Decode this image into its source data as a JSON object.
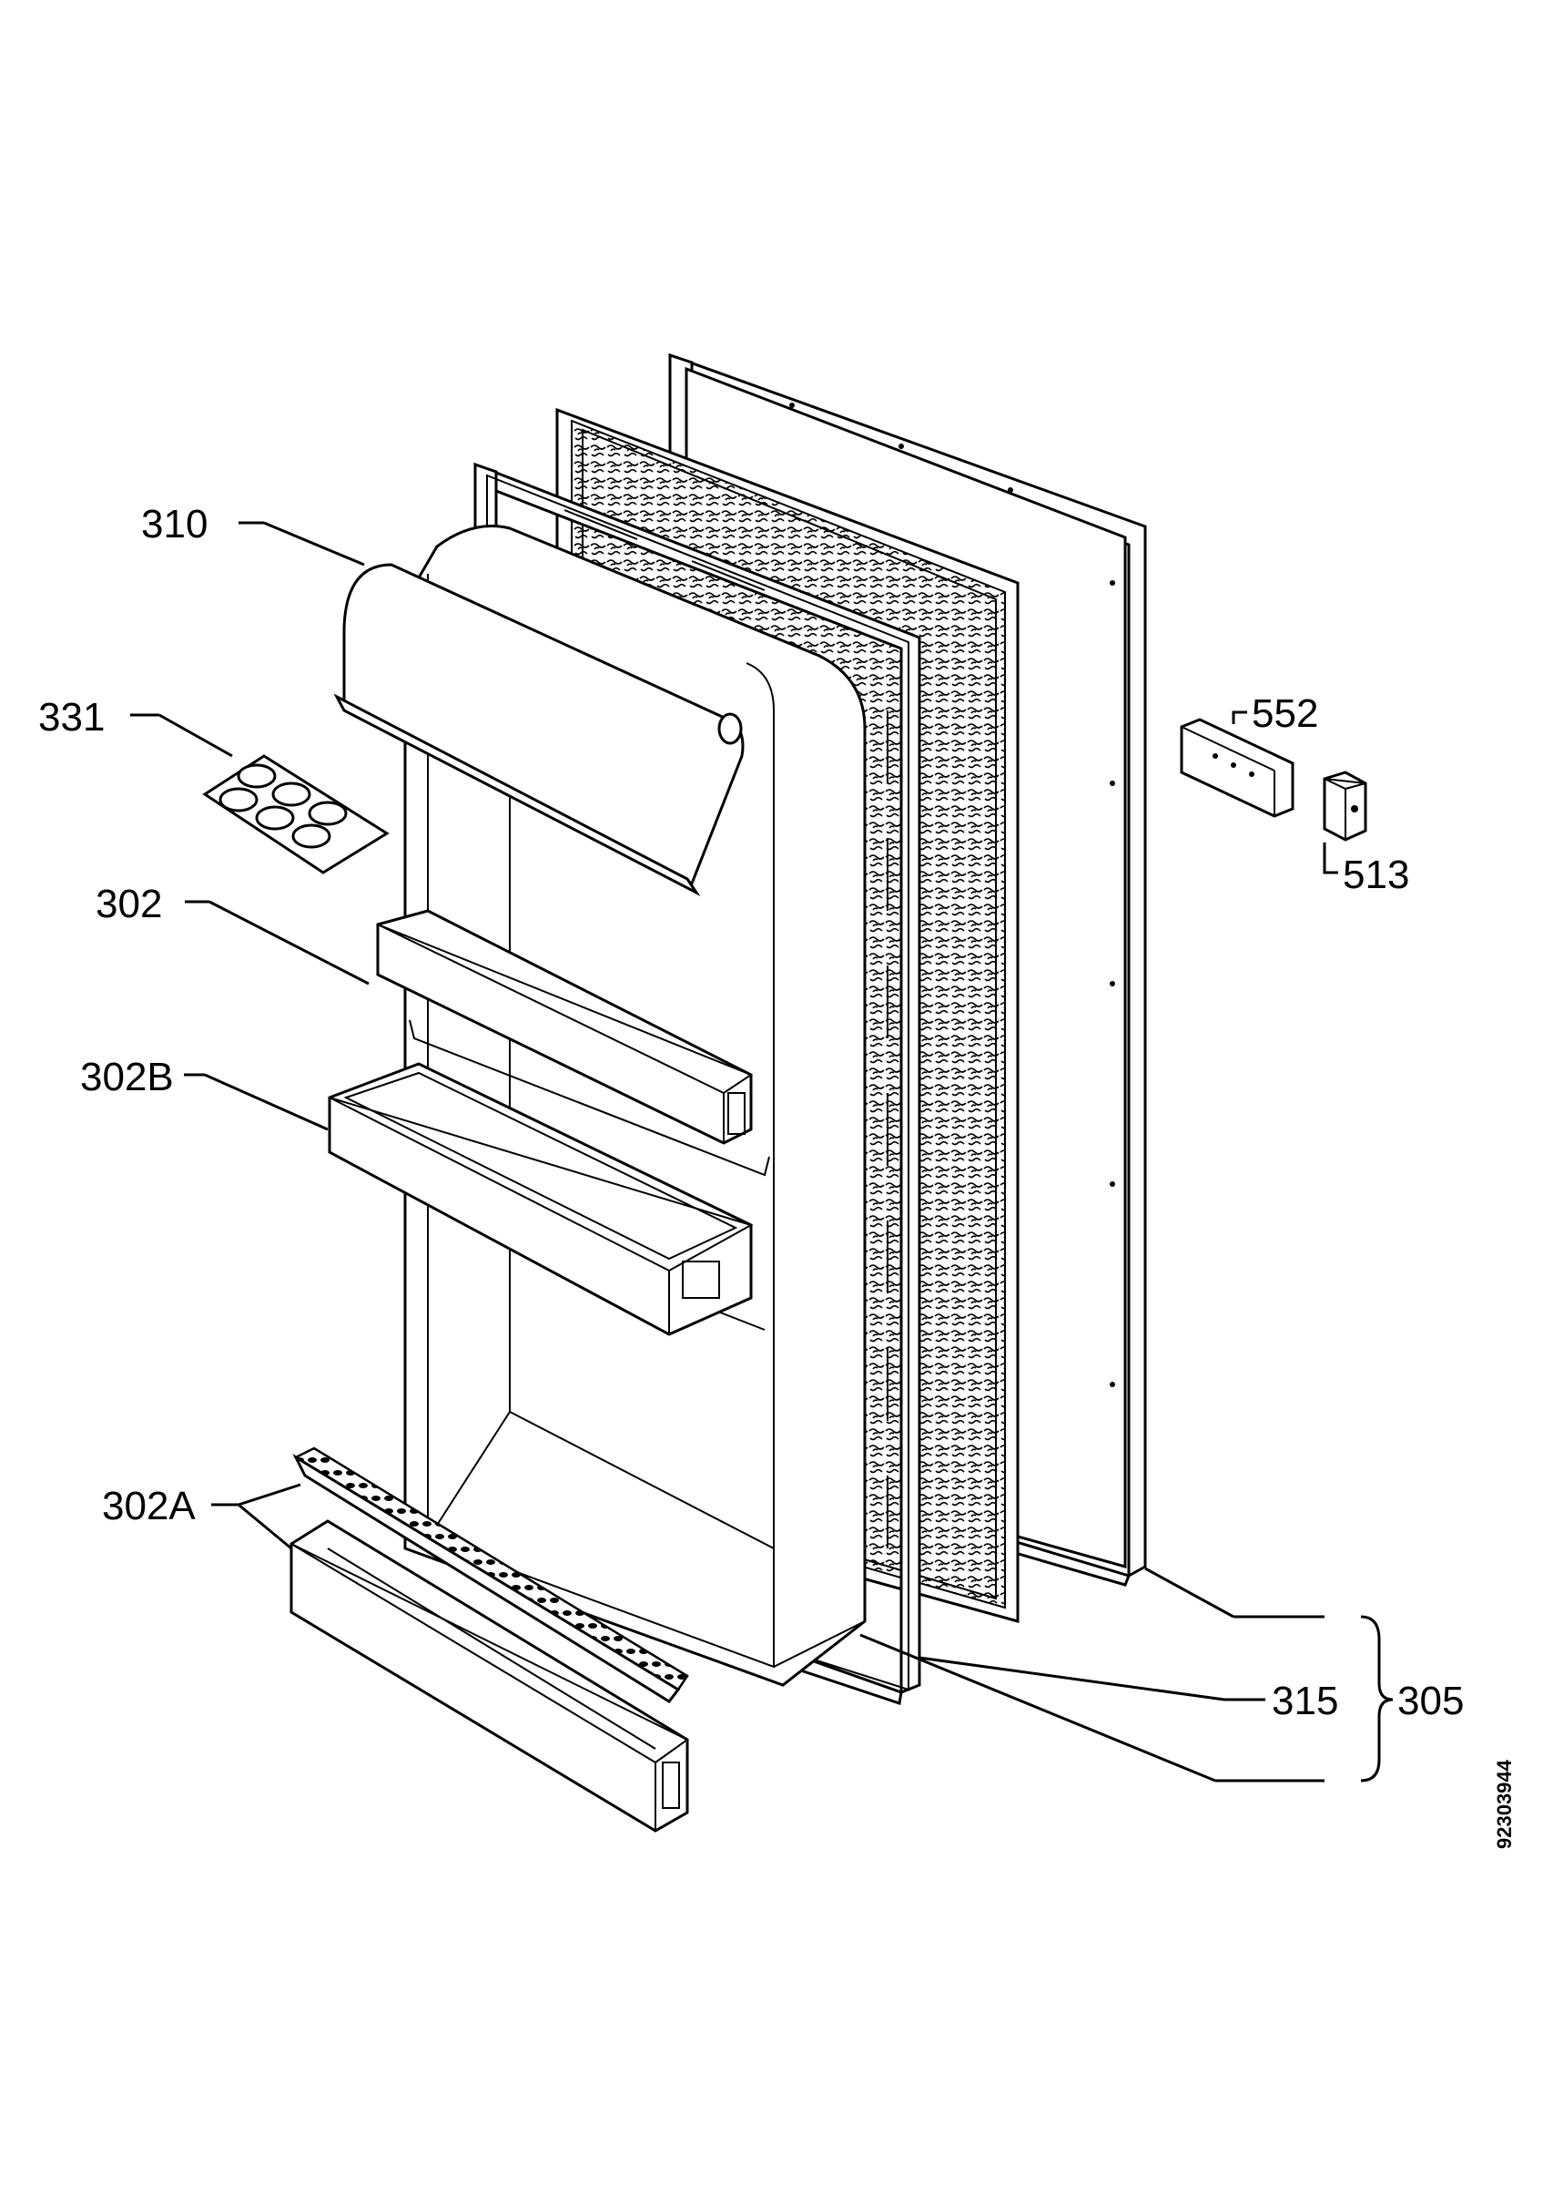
{
  "labels": {
    "p310": "310",
    "p331": "331",
    "p302": "302",
    "p302b": "302B",
    "p302a": "302A",
    "p552": "552",
    "p513": "513",
    "p315": "315",
    "p305": "305"
  },
  "document_number": "92303944",
  "colors": {
    "ink": "#000000",
    "paper": "#ffffff"
  }
}
